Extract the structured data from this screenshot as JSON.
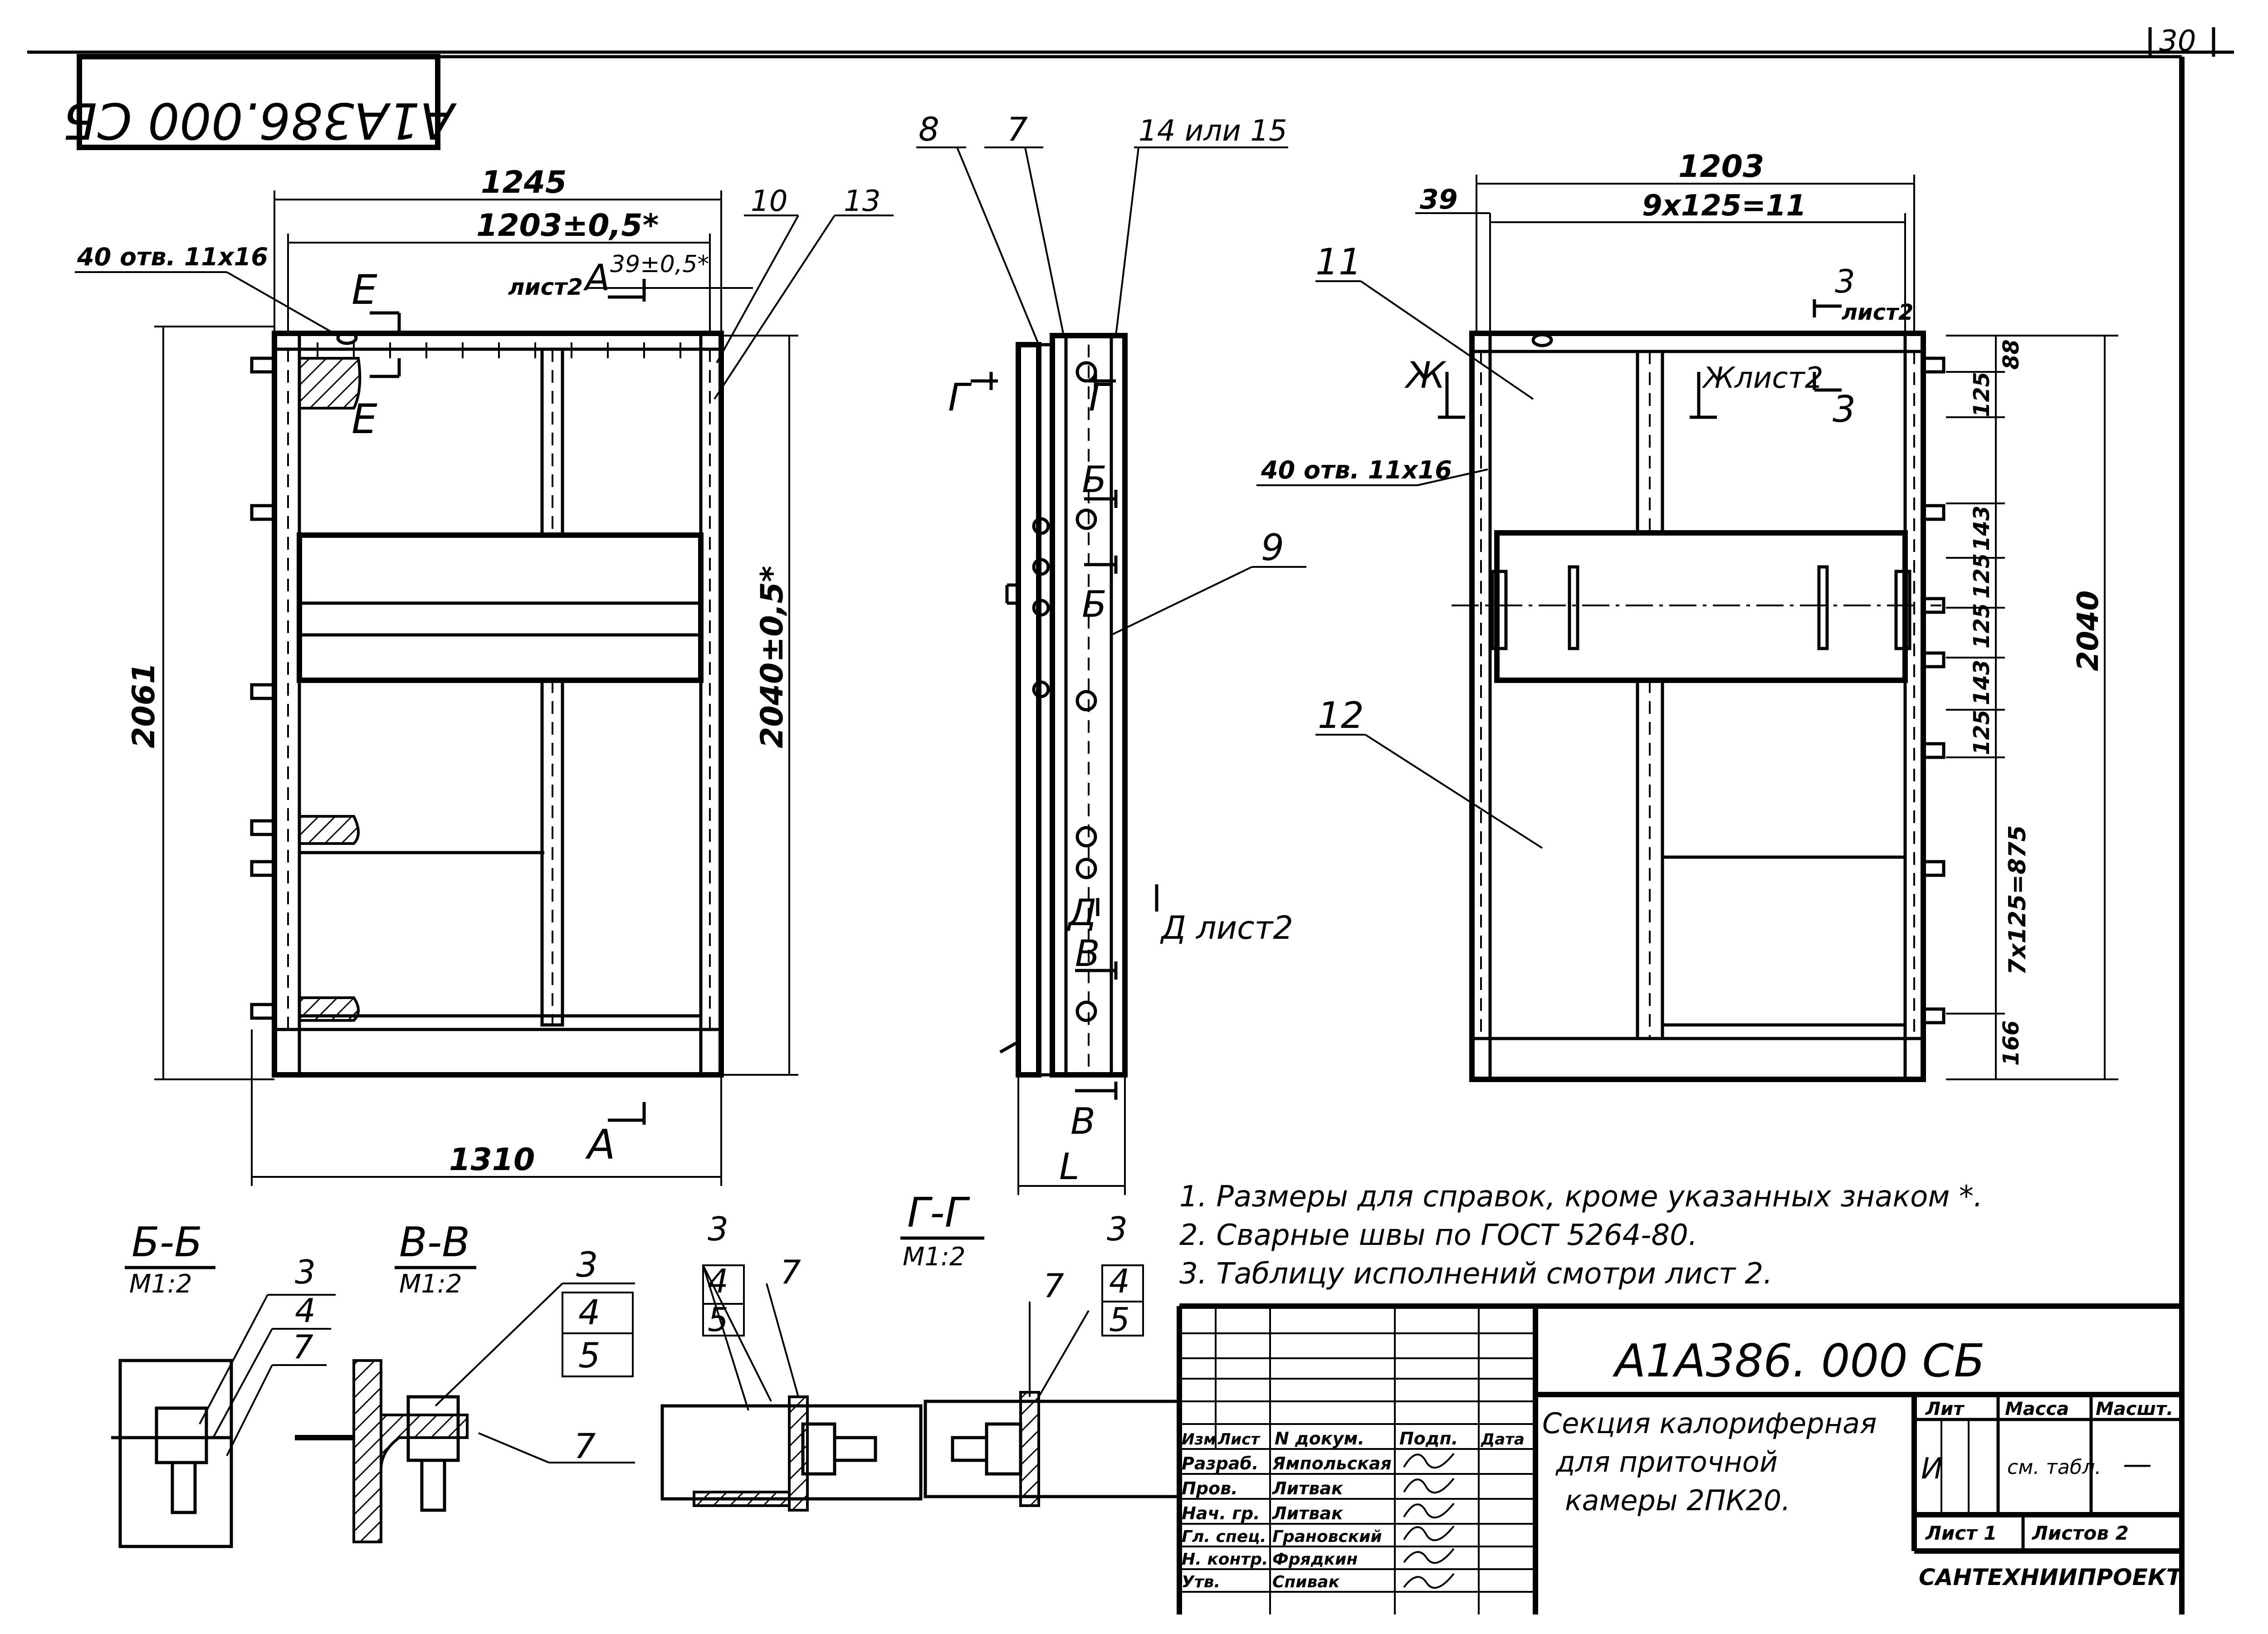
{
  "page_number": "30",
  "code_rotated": "А1А386.000 СБ",
  "front_view": {
    "dim_width_outer": "1245",
    "dim_width_inner": "1203±0,5*",
    "dim_height_total": "2061",
    "dim_height_inner": "2040±0,5*",
    "dim_base": "1310",
    "dim_sheet_ref": "39±0,5*",
    "hole_note": "40 отв. 11х16",
    "section_E": "Е",
    "section_A_label": "А",
    "section_A_sheet": "лист2",
    "pos_10": "10",
    "pos_13": "13"
  },
  "side_view": {
    "pos_8": "8",
    "pos_7": "7",
    "pos_14_15": "14 или 15",
    "pos_9": "9",
    "section_G": "Г",
    "section_B6": "Б",
    "section_D": "Д",
    "section_D_sheet": "Д лист2",
    "section_V": "В",
    "dim_L": "L"
  },
  "rear_view": {
    "dim_width": "1203",
    "dim_pitch": "9х125=11",
    "dim_offset": "39",
    "hole_note": "40 отв. 11х16",
    "pos_11": "11",
    "pos_12": "12",
    "section_3": "3",
    "section_3_sheet": "лист2",
    "section_Zh": "Ж",
    "section_Zh_sheet": "Жлист2",
    "dim_height": "2040",
    "dim_88": "88",
    "dim_125a": "125",
    "dim_143a": "143",
    "dim_125b": "125",
    "dim_125c": "125",
    "dim_143b": "143",
    "dim_125d": "125",
    "dim_7x125": "7х125=875",
    "dim_166": "166"
  },
  "details": {
    "bb_title": "Б-Б",
    "bb_scale": "М1:2",
    "vv_title": "В-В",
    "vv_scale": "М1:2",
    "gg_title": "Г-Г",
    "gg_scale": "М1:2",
    "num_3": "3",
    "num_4": "4",
    "num_5": "5",
    "num_7": "7"
  },
  "notes": [
    "1. Размеры для справок, кроме указанных знаком *.",
    "2. Сварные швы по ГОСТ 5264-80.",
    "3. Таблицу исполнений смотри лист 2."
  ],
  "title_block": {
    "code": "А1А386. 000 СБ",
    "title_lines": [
      "Секция калориферная",
      "для приточной",
      "камеры 2ПК20."
    ],
    "col_headers": [
      "Изм",
      "Лист",
      "N докум.",
      "Подп.",
      "Дата"
    ],
    "rows": [
      {
        "role": "Разраб.",
        "name": "Ямпольская"
      },
      {
        "role": "Пров.",
        "name": "Литвак"
      },
      {
        "role": "Нач. гр.",
        "name": "Литвак"
      },
      {
        "role": "Гл. спец.",
        "name": "Грановский"
      },
      {
        "role": "Н. контр.",
        "name": "Фрядкин"
      },
      {
        "role": "Утв.",
        "name": "Спивак"
      }
    ],
    "lit_header": "Лит",
    "mass_header": "Масса",
    "scale_header": "Масшт.",
    "lit_value": "И",
    "mass_value": "см. табл.",
    "scale_value": "—",
    "sheet_label": "Лист 1",
    "sheets_label": "Листов 2",
    "organization": "САНТЕХНИИПРОЕКТ"
  }
}
